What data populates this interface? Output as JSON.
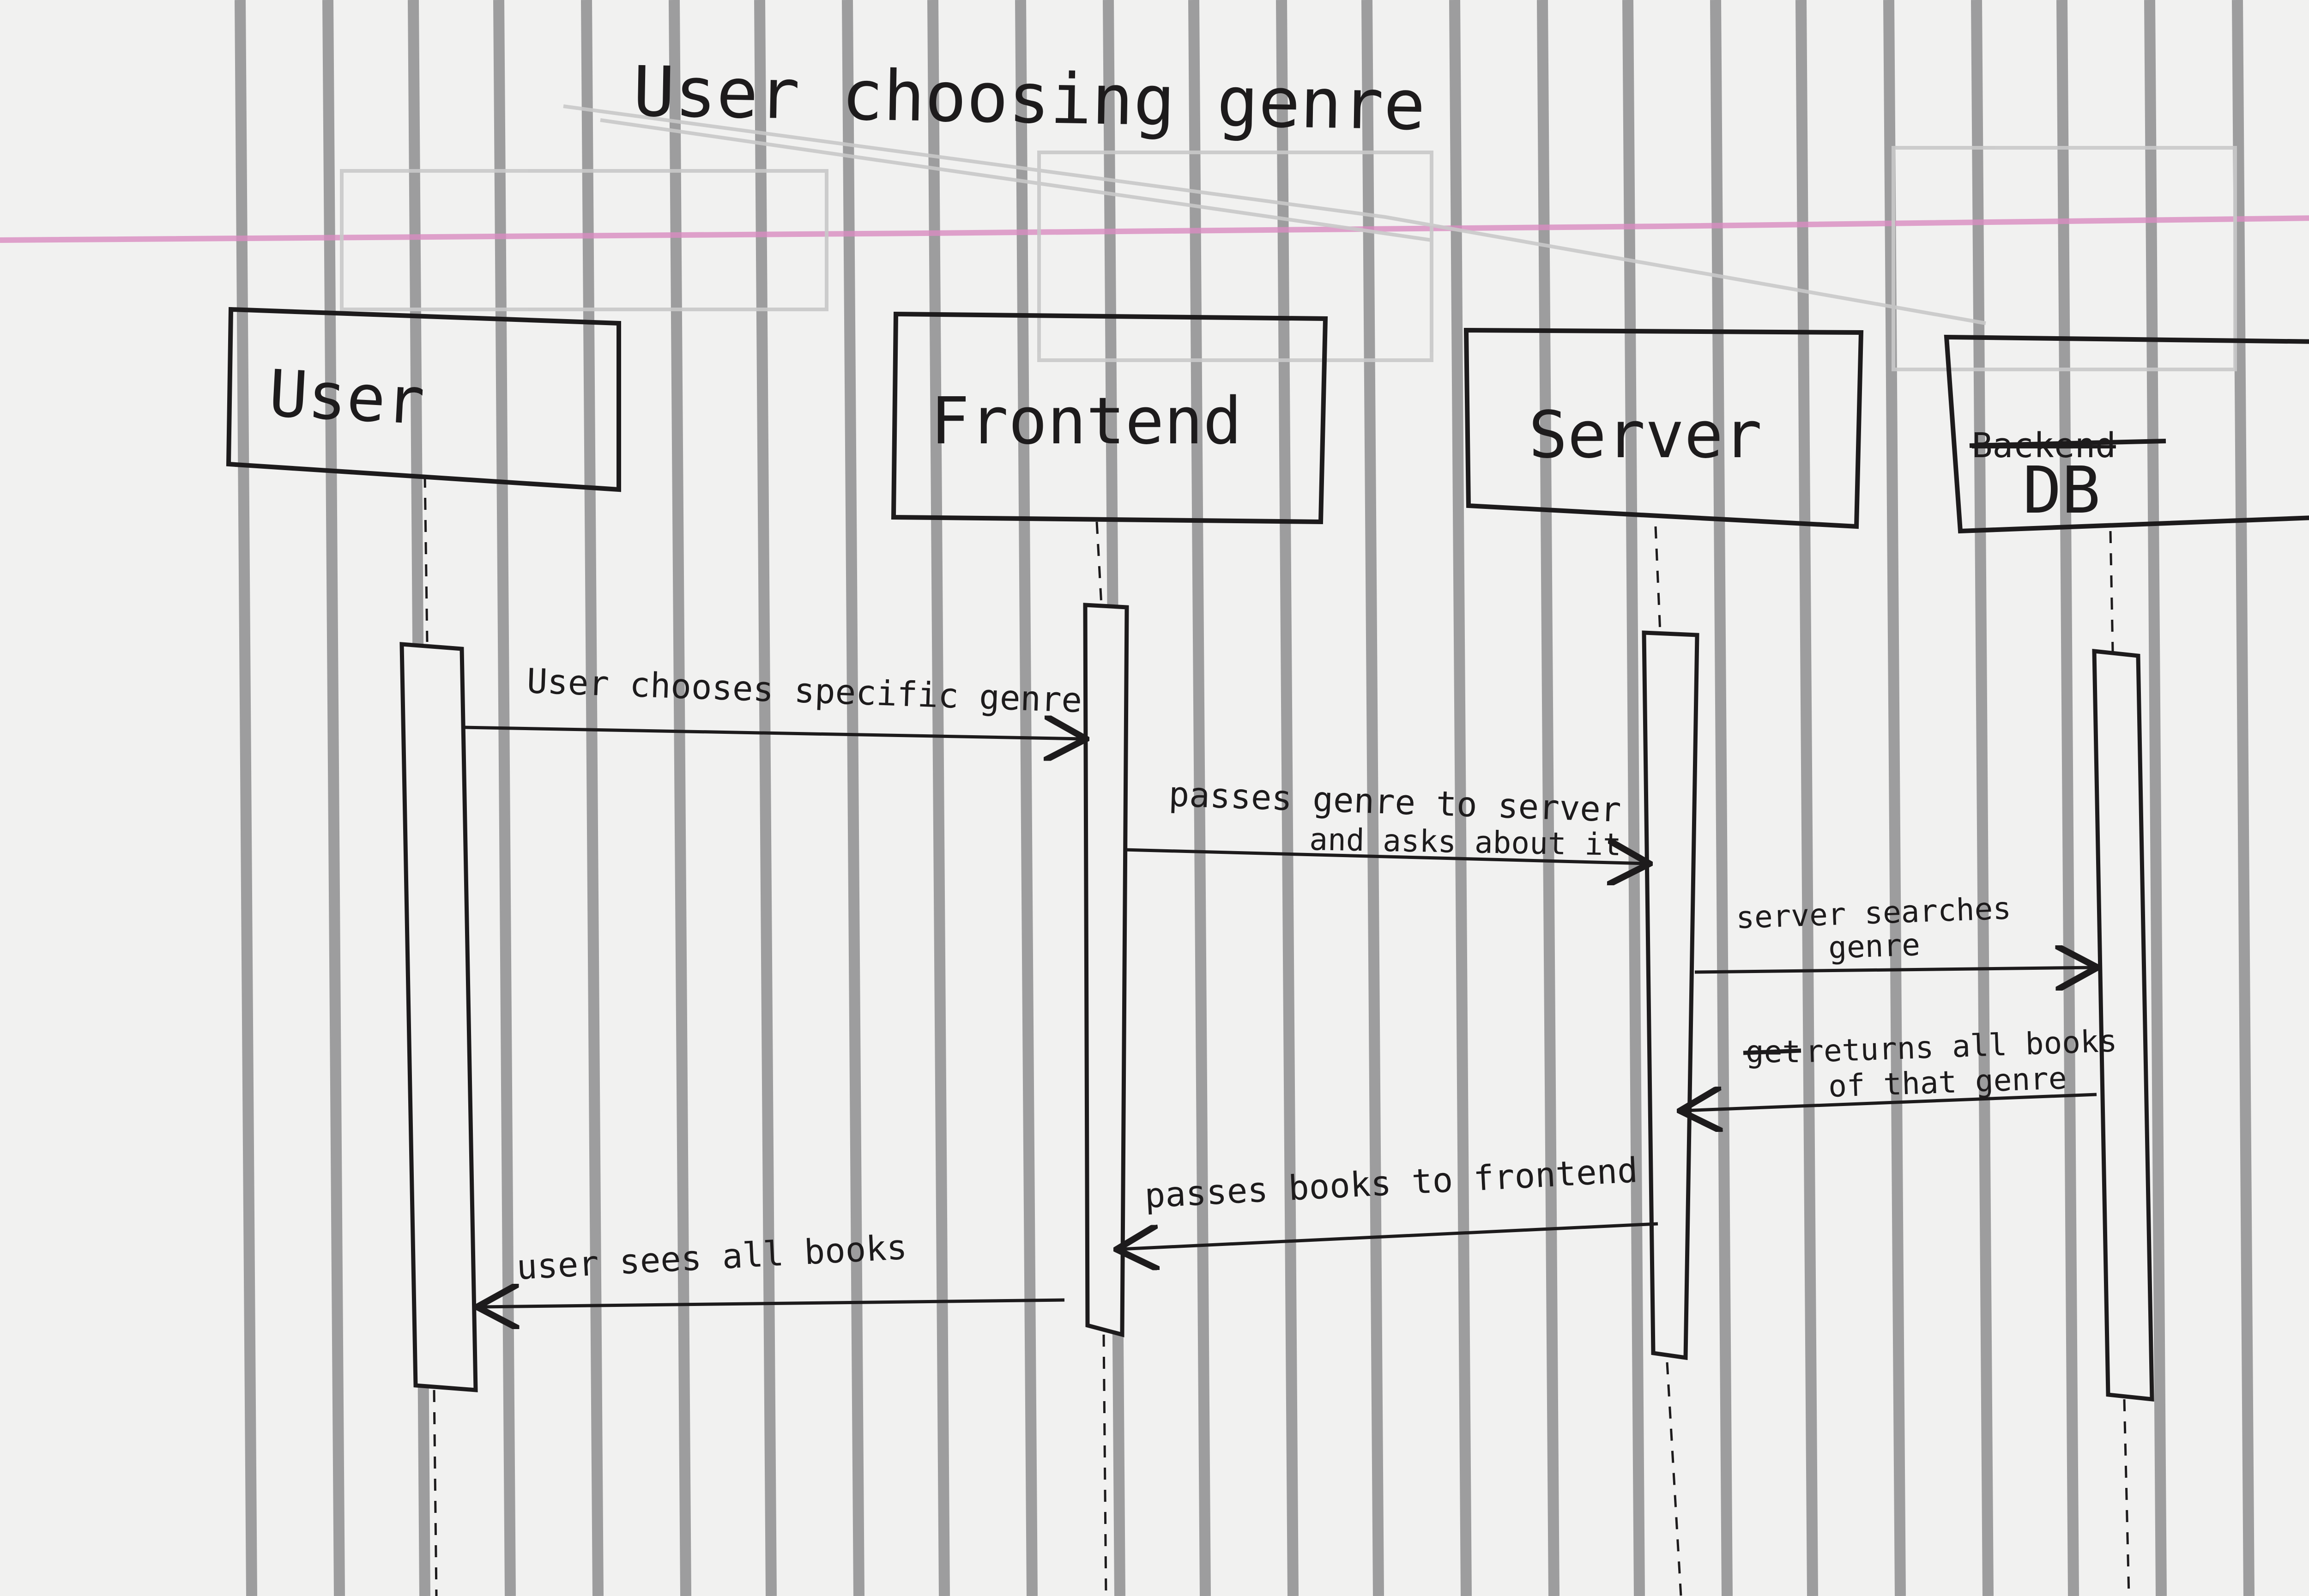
{
  "diagram": {
    "title": "User choosing genre",
    "participants": [
      {
        "id": "user",
        "label": "User"
      },
      {
        "id": "frontend",
        "label": "Frontend"
      },
      {
        "id": "server",
        "label": "Server"
      },
      {
        "id": "db",
        "label": "DB",
        "struck_label": "Backend"
      }
    ],
    "messages": [
      {
        "from": "user",
        "to": "frontend",
        "line1": "User chooses specific genre",
        "line2": ""
      },
      {
        "from": "frontend",
        "to": "server",
        "line1": "passes genre to server",
        "line2": "and asks about it"
      },
      {
        "from": "server",
        "to": "db",
        "line1": "server searches",
        "line2": "genre"
      },
      {
        "from": "db",
        "to": "server",
        "line1": "returns all books",
        "line2": "of that genre",
        "struck_prefix": "get"
      },
      {
        "from": "server",
        "to": "frontend",
        "line1": "passes books to frontend",
        "line2": ""
      },
      {
        "from": "frontend",
        "to": "user",
        "line1": "user sees all books",
        "line2": ""
      }
    ]
  },
  "colors": {
    "paper": "#f1f1f0",
    "ruling": "#8f8f90",
    "margin_line": "#d98cc0",
    "ink": "#1d1b1c",
    "erased_pencil": "#c9c9c9"
  }
}
